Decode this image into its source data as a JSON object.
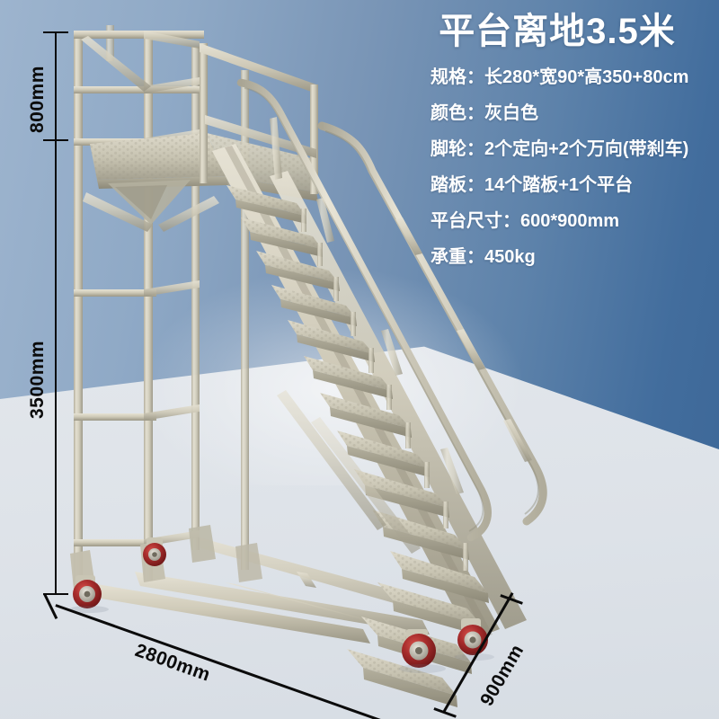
{
  "product": {
    "title": "平台离地3.5米",
    "specs": [
      "规格：长280*宽90*高350+80cm",
      "颜色：灰白色",
      "脚轮：2个定向+2个万向(带刹车)",
      "踏板：14个踏板+1个平台",
      "平台尺寸：600*900mm",
      "承重：450kg"
    ]
  },
  "dimensions": {
    "guardrail_height": "800mm",
    "platform_height": "3500mm",
    "base_length": "2800mm",
    "base_width": "900mm"
  },
  "colors": {
    "background_blue_light": "#9db4ce",
    "background_blue_dark": "#3c6696",
    "floor_gray": "#e6eaee",
    "frame_beige": "#d8d4c4",
    "frame_shadow": "#a29e8e",
    "caster_red": "#9e2b2b",
    "text_white": "#ffffff",
    "dimension_black": "#0b0b0b"
  }
}
